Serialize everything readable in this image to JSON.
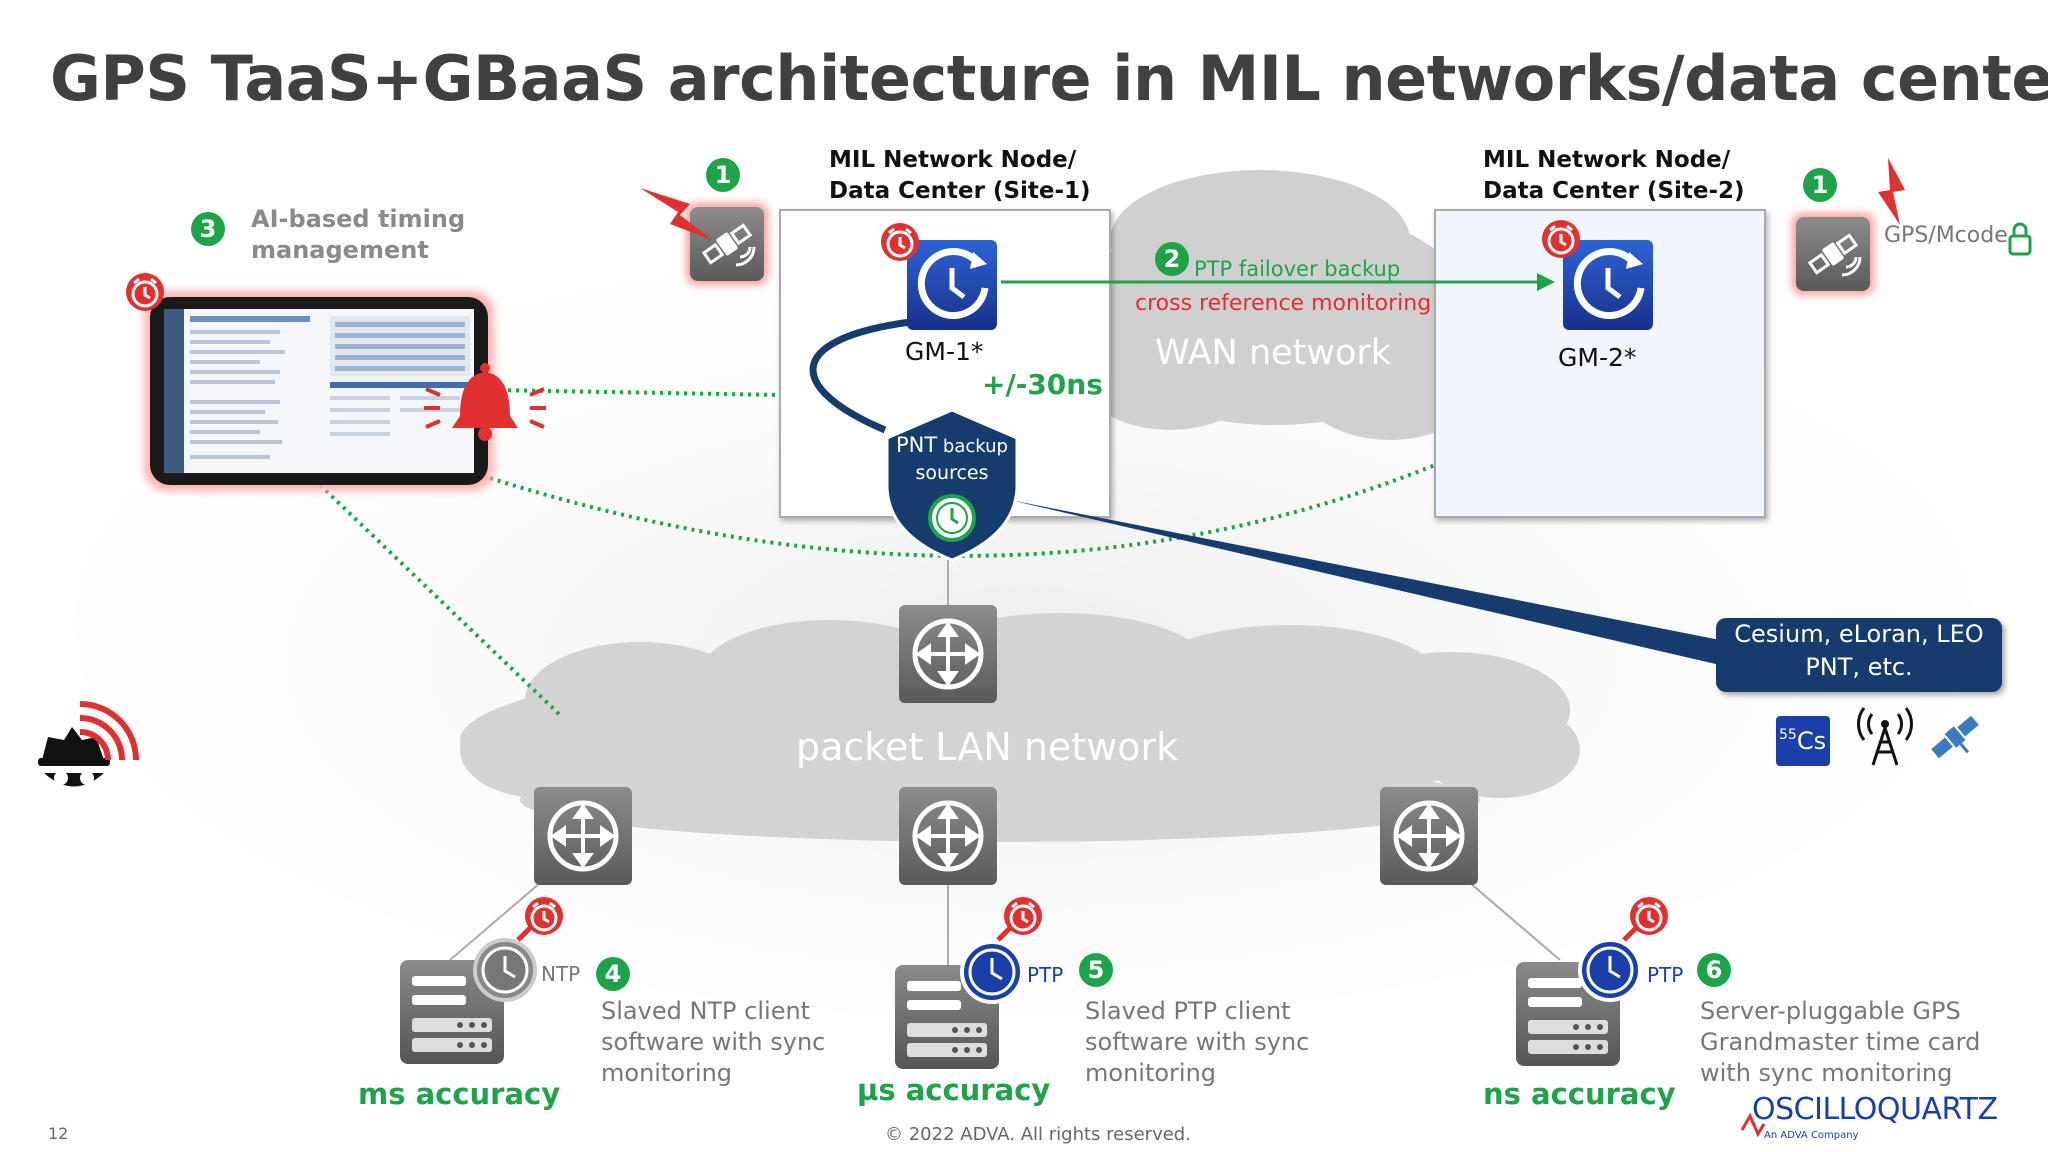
{
  "slide": {
    "title": "GPS TaaS+GBaaS architecture in MIL networks/data centers",
    "page_number": "12",
    "copyright": "© 2022 ADVA. All rights reserved."
  },
  "site1": {
    "title_line1": "MIL Network Node/",
    "title_line2": "Data Center (Site-1)",
    "gm_label": "GM-1*",
    "accuracy": "+/-30ns"
  },
  "site2": {
    "title_line1": "MIL Network Node/",
    "title_line2": "Data Center (Site-2)",
    "gm_label": "GM-2*"
  },
  "badges": {
    "gps": "1",
    "ptp_failover": "2",
    "ai": "3",
    "ntp": "4",
    "ptp_client": "5",
    "card": "6"
  },
  "ai": {
    "line1": "AI-based timing",
    "line2": "management"
  },
  "gps_mcode": "GPS/Mcode",
  "links": {
    "ptp_failover": "PTP failover backup",
    "cross_ref": "cross reference monitoring"
  },
  "clouds": {
    "wan": "WAN network",
    "lan": "packet LAN network"
  },
  "pnt": {
    "line1_main": "PNT",
    "line1_rest": " backup",
    "line2": "sources"
  },
  "callout": {
    "line1": "Cesium, eLoran, LEO",
    "line2": "PNT, etc."
  },
  "cesium_icon": {
    "base": "Cs",
    "sup": "55"
  },
  "clients": [
    {
      "protocol": "NTP",
      "line1": "Slaved NTP client",
      "line2": "software with sync",
      "line3": "monitoring",
      "accuracy": "ms accuracy"
    },
    {
      "protocol": "PTP",
      "line1": "Slaved PTP client",
      "line2": "software with sync",
      "line3": "monitoring",
      "accuracy": "µs accuracy"
    },
    {
      "protocol": "PTP",
      "line1": "Server-pluggable GPS",
      "line2": "Grandmaster time card",
      "line3": "with sync monitoring",
      "accuracy": "ns accuracy"
    }
  ],
  "logo": {
    "name": "OSCILLOQUARTZ",
    "tagline": "An ADVA Company"
  },
  "icons": [
    "satellite-icon",
    "gm-clock-icon",
    "alarm-clock-icon",
    "router-icon",
    "server-icon",
    "alarm-bell-icon",
    "hacker-icon",
    "lock-icon",
    "tower-icon",
    "shield-clock-icon",
    "monitor-screen"
  ],
  "colors": {
    "green": "#1ea34b",
    "red": "#e03030",
    "navy": "#163c6e",
    "gm_blue": "#1b3fa8",
    "cloud": "#d3d3d3",
    "text_grey": "#777777"
  }
}
